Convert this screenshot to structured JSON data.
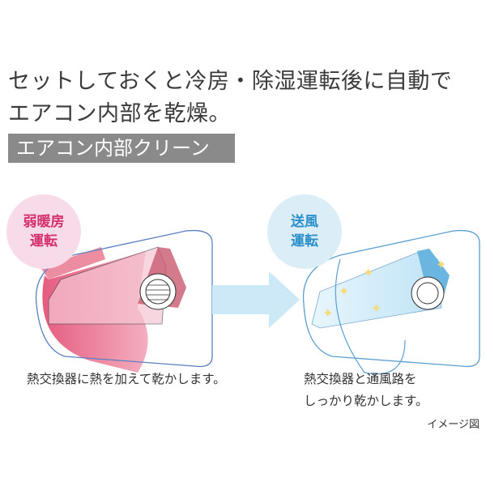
{
  "headline": {
    "line1": "セットしておくと冷房・除湿運転後に自動で",
    "line2": "エアコン内部を乾燥。"
  },
  "banner": "エアコン内部クリーン",
  "left": {
    "badge_line1": "弱暖房",
    "badge_line2": "運転",
    "caption": "熱交換器に熱を加えて乾かします。"
  },
  "right": {
    "badge_line1": "送風",
    "badge_line2": "運転",
    "caption_line1": "熱交換器と通風路を",
    "caption_line2": "しっかり乾かします。"
  },
  "note": "イメージ図",
  "colors": {
    "pink": "#e0507a",
    "blue": "#9fd4ee",
    "banner": "#8a8a8a"
  }
}
